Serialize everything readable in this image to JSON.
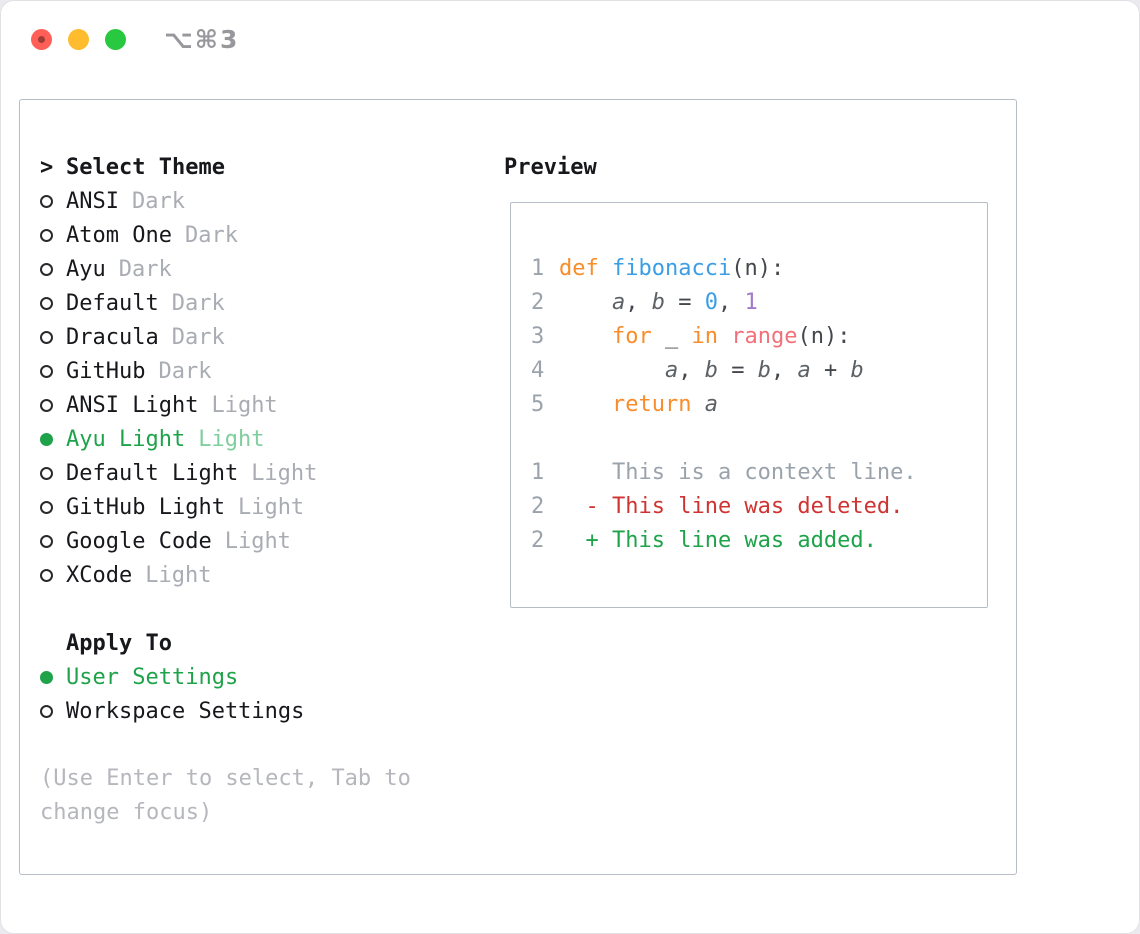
{
  "window": {
    "title": "⌥⌘3"
  },
  "theme_selector": {
    "prompt": ">",
    "heading": "Select Theme",
    "items": [
      {
        "label": "ANSI",
        "variant": "Dark",
        "selected": false
      },
      {
        "label": "Atom One",
        "variant": "Dark",
        "selected": false
      },
      {
        "label": "Ayu",
        "variant": "Dark",
        "selected": false
      },
      {
        "label": "Default",
        "variant": "Dark",
        "selected": false
      },
      {
        "label": "Dracula",
        "variant": "Dark",
        "selected": false
      },
      {
        "label": "GitHub",
        "variant": "Dark",
        "selected": false
      },
      {
        "label": "ANSI Light",
        "variant": "Light",
        "selected": false
      },
      {
        "label": "Ayu Light",
        "variant": "Light",
        "selected": true
      },
      {
        "label": "Default Light",
        "variant": "Light",
        "selected": false
      },
      {
        "label": "GitHub Light",
        "variant": "Light",
        "selected": false
      },
      {
        "label": "Google Code",
        "variant": "Light",
        "selected": false
      },
      {
        "label": "XCode",
        "variant": "Light",
        "selected": false
      }
    ]
  },
  "apply_to": {
    "heading": "Apply To",
    "options": [
      {
        "label": "User Settings",
        "selected": true
      },
      {
        "label": "Workspace Settings",
        "selected": false
      }
    ]
  },
  "hint": "(Use Enter to select, Tab to change focus)",
  "preview": {
    "heading": "Preview",
    "code_lines": [
      {
        "num": "1",
        "tokens": [
          {
            "t": "def ",
            "c": "kw"
          },
          {
            "t": "fibonacci",
            "c": "fn"
          },
          {
            "t": "(n):",
            "c": "plain"
          }
        ]
      },
      {
        "num": "2",
        "tokens": [
          {
            "t": "    ",
            "c": "plain"
          },
          {
            "t": "a",
            "c": "var"
          },
          {
            "t": ", ",
            "c": "plain"
          },
          {
            "t": "b",
            "c": "var"
          },
          {
            "t": " = ",
            "c": "plain"
          },
          {
            "t": "0",
            "c": "num"
          },
          {
            "t": ", ",
            "c": "plain"
          },
          {
            "t": "1",
            "c": "num2"
          }
        ]
      },
      {
        "num": "3",
        "tokens": [
          {
            "t": "    ",
            "c": "plain"
          },
          {
            "t": "for",
            "c": "kw"
          },
          {
            "t": " _ ",
            "c": "plain"
          },
          {
            "t": "in",
            "c": "kw"
          },
          {
            "t": " ",
            "c": "plain"
          },
          {
            "t": "range",
            "c": "range"
          },
          {
            "t": "(n):",
            "c": "plain"
          }
        ]
      },
      {
        "num": "4",
        "tokens": [
          {
            "t": "        ",
            "c": "plain"
          },
          {
            "t": "a",
            "c": "var"
          },
          {
            "t": ", ",
            "c": "plain"
          },
          {
            "t": "b",
            "c": "var"
          },
          {
            "t": " = ",
            "c": "plain"
          },
          {
            "t": "b",
            "c": "var"
          },
          {
            "t": ", ",
            "c": "plain"
          },
          {
            "t": "a",
            "c": "var"
          },
          {
            "t": " + ",
            "c": "plain"
          },
          {
            "t": "b",
            "c": "var"
          }
        ]
      },
      {
        "num": "5",
        "tokens": [
          {
            "t": "    ",
            "c": "plain"
          },
          {
            "t": "return",
            "c": "kw"
          },
          {
            "t": " ",
            "c": "plain"
          },
          {
            "t": "a",
            "c": "var"
          }
        ]
      },
      {
        "blank": true
      }
    ],
    "diff_lines": [
      {
        "num": "1",
        "text": "    This is a context line.",
        "cls": "ctx"
      },
      {
        "num": "2",
        "text": "  - This line was deleted.",
        "cls": "del"
      },
      {
        "num": "2",
        "text": "  + This line was added.",
        "cls": "add"
      }
    ]
  },
  "colors": {
    "text": "#17181c",
    "suffix_gray": "#a9adb3",
    "hint_gray": "#b5b7bc",
    "selected_green": "#1fa34a",
    "selected_green_light": "#7fce9d",
    "border": "#b7bdc6",
    "title_gray": "#97979c",
    "kw": "#f98c2b",
    "fn": "#3b9ee5",
    "num": "#3b9ee5",
    "num2": "#a37acc",
    "range": "#f2707a",
    "var": "#5c6166",
    "plain": "#44474d",
    "line_number": "#9aa2ab",
    "diff_ctx": "#9aa2ab",
    "diff_del": "#cf3432",
    "diff_add": "#1fa34a",
    "light_red": "#ff5f57",
    "light_yellow": "#febc2e",
    "light_green": "#28c840"
  }
}
